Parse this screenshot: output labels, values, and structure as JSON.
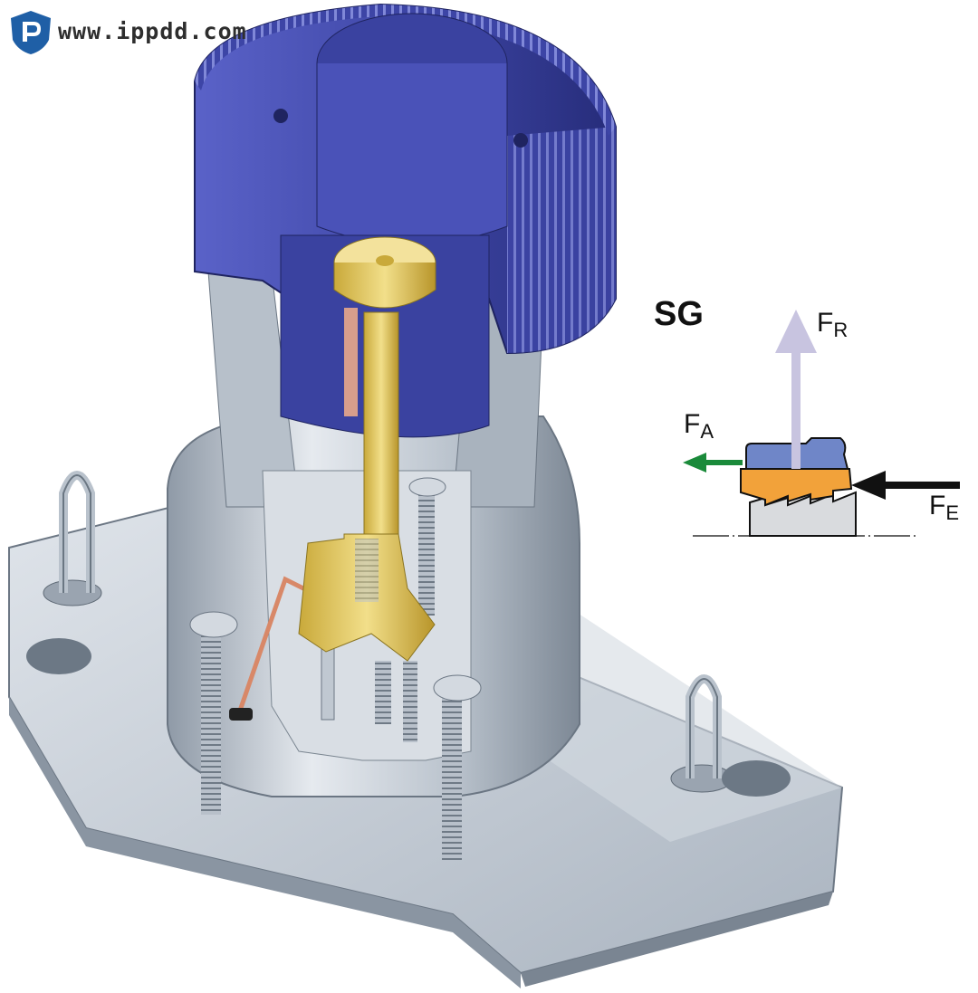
{
  "watermark": {
    "url": "www.ippdd.com",
    "logo_icon": "shield-p-logo-icon"
  },
  "diagram": {
    "label": "SG",
    "forces": [
      {
        "id": "FR",
        "letter": "F",
        "sub": "R",
        "color": "#c8c4e0"
      },
      {
        "id": "FA",
        "letter": "F",
        "sub": "A",
        "color": "#1a8a3a"
      },
      {
        "id": "FE",
        "letter": "F",
        "sub": "E",
        "color": "#111111"
      }
    ]
  },
  "colors": {
    "gear": "#4a52b8",
    "gear_dark": "#2f3690",
    "plate": "#c8cfd8",
    "plate_dark": "#8e99a6",
    "core_gold": "#e0c85a",
    "wedge_orange": "#f2a23a",
    "slider_blue": "#6f86c8",
    "base_grey": "#cfd2d6"
  }
}
